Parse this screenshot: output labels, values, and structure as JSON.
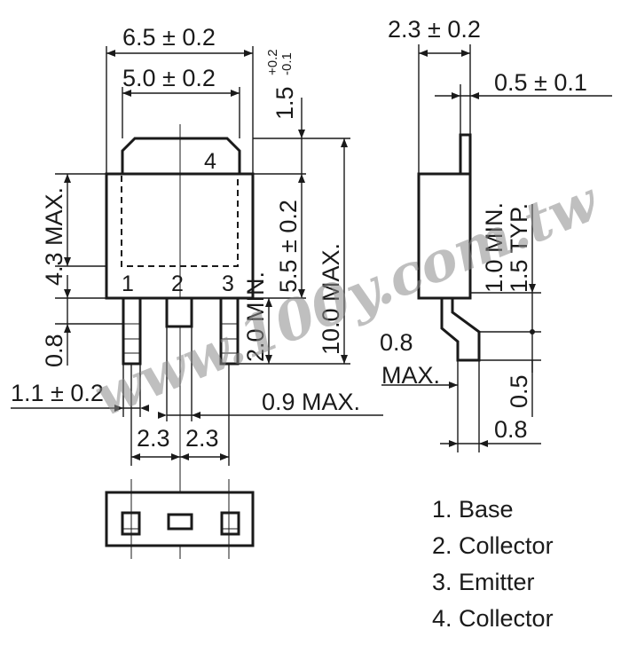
{
  "dimensions": {
    "width_total": "6.5 ± 0.2",
    "width_tab": "5.0 ± 0.2",
    "tab_height_base": "1.5",
    "tab_height_tol_plus": "+0.2",
    "tab_height_tol_minus": "-0.1",
    "body_height": "4.3 MAX.",
    "lead_shoulder": "0.8",
    "body_length": "5.5 ± 0.2",
    "total_length": "10.0 MAX.",
    "lead_length": "2.0 MIN.",
    "lead_width": "1.1 ± 0.2",
    "lead_pitch_1": "2.3",
    "lead_pitch_2": "2.3",
    "lead_thickness": "0.9 MAX.",
    "thickness_total": "2.3 ± 0.2",
    "tab_thickness": "0.5 ± 0.1",
    "lead_min": "1.0 MIN.",
    "lead_typ": "1.5 TYP.",
    "side_lead_max_value": "0.8",
    "side_lead_max_label": "MAX.",
    "side_lead_offset": "0.5",
    "side_bottom": "0.8"
  },
  "pin_numbers": [
    "1",
    "2",
    "3",
    "4"
  ],
  "legend": [
    "1. Base",
    "2. Collector",
    "3. Emitter",
    "4. Collector"
  ],
  "watermark": "www.100y.com.tw"
}
